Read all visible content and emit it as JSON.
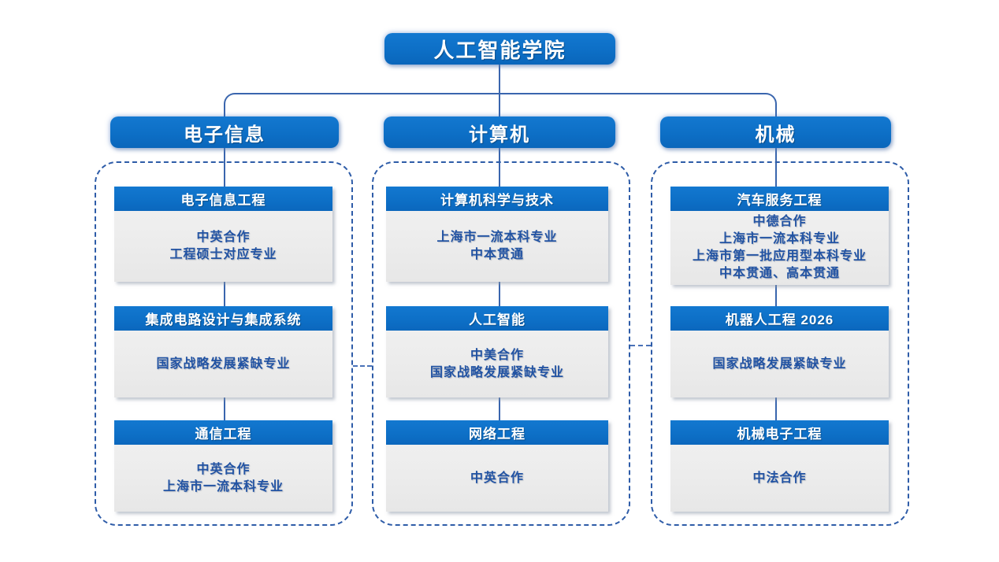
{
  "root": {
    "title": "人工智能学院"
  },
  "colors": {
    "primary_blue": "#0d6fc6",
    "body_text_blue": "#2253a3",
    "card_body_bg": "#ededed",
    "dashed_border_blue": "#2e5ca8",
    "connector_blue": "#3a66ae"
  },
  "columns": [
    {
      "label": "电子信息",
      "cards": [
        {
          "title": "电子信息工程",
          "lines": [
            "中英合作",
            "工程硕士对应专业"
          ]
        },
        {
          "title": "集成电路设计与集成系统",
          "lines": [
            "国家战略发展紧缺专业"
          ]
        },
        {
          "title": "通信工程",
          "lines": [
            "中英合作",
            "上海市一流本科专业"
          ]
        }
      ]
    },
    {
      "label": "计算机",
      "cards": [
        {
          "title": "计算机科学与技术",
          "lines": [
            "上海市一流本科专业",
            "中本贯通"
          ]
        },
        {
          "title": "人工智能",
          "lines": [
            "中美合作",
            "国家战略发展紧缺专业"
          ]
        },
        {
          "title": "网络工程",
          "lines": [
            "中英合作"
          ]
        }
      ]
    },
    {
      "label": "机械",
      "cards": [
        {
          "title": "汽车服务工程",
          "lines": [
            "中德合作",
            "上海市一流本科专业",
            "上海市第一批应用型本科专业",
            "中本贯通、高本贯通"
          ]
        },
        {
          "title": "机器人工程 2026",
          "lines": [
            "国家战略发展紧缺专业"
          ]
        },
        {
          "title": "机械电子工程",
          "lines": [
            "中法合作"
          ]
        }
      ]
    }
  ]
}
